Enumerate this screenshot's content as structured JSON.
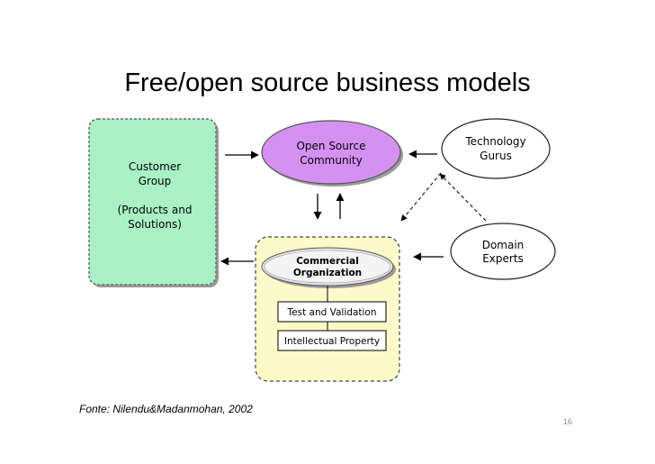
{
  "title": "Free/open source business models",
  "nodes": {
    "customer_group": {
      "lines": [
        "Customer",
        "Group",
        "",
        "(Products and",
        "Solutions)"
      ],
      "color": "#aaf2c6"
    },
    "open_source_community": {
      "lines": [
        "Open Source",
        "Community"
      ],
      "color": "#d591f2"
    },
    "technology_gurus": {
      "lines": [
        "Technology",
        "Gurus"
      ]
    },
    "domain_experts": {
      "lines": [
        "Domain",
        "Experts"
      ]
    },
    "commercial_organization": {
      "lines": [
        "Commercial",
        "Organization"
      ]
    },
    "test_validation": {
      "label": "Test and Validation"
    },
    "intellectual_property": {
      "label": "Intellectual Property"
    },
    "commercial_container": {
      "color": "#fdf9c8"
    }
  },
  "source": "Fonte: Nilendu&Madanmohan, 2002",
  "page_number": "16"
}
